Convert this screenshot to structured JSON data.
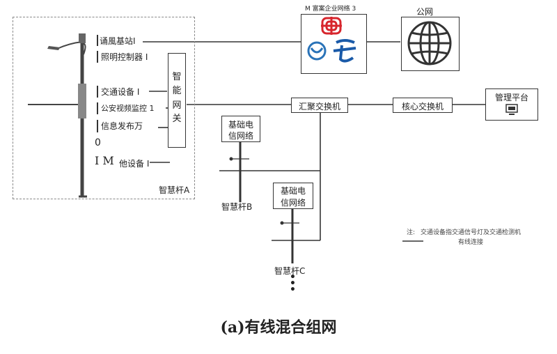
{
  "pole_a": {
    "devices": [
      "诵風基站Ⅰ",
      "照明控制器 Ⅰ",
      "交通设备 Ⅰ",
      "公安视频监控 1",
      "信息发布万",
      "0",
      "他设备 Ⅰ"
    ],
    "device_prefix": "Ⅰ",
    "device_prefix_m": "Ⅰ M",
    "gateway_chars": [
      "智",
      "能",
      "网",
      "关"
    ],
    "label": "智慧杆A"
  },
  "operator_network": {
    "title": "M 富案企业网络 3"
  },
  "public_network": {
    "title": "公网"
  },
  "nodes": {
    "aggregation_switch": "汇聚交换机",
    "core_switch": "核心交换机",
    "management_platform": "管理平台"
  },
  "pole_b": {
    "telecom_box": [
      "基础电",
      "信网络"
    ],
    "label": "智慧杆B"
  },
  "pole_c": {
    "telecom_box": [
      "基础电",
      "信网络"
    ],
    "label": "智慧杆C",
    "more": "•\n•\n•"
  },
  "legend": {
    "note_prefix": "注:",
    "note": "交通设备指交通信号灯及交通检测机",
    "wired": "有线连接"
  },
  "caption": "(a)有线混合组网",
  "colors": {
    "china_unicom_red": "#d7262d",
    "china_telecom_blue": "#1a5aa8",
    "china_mobile_blue": "#2a73b8",
    "line": "#333333"
  },
  "icons": [
    "china-unicom-logo",
    "china-telecom-logo",
    "china-mobile-logo",
    "globe-icon",
    "monitor-icon",
    "street-lamp-pole-icon"
  ]
}
